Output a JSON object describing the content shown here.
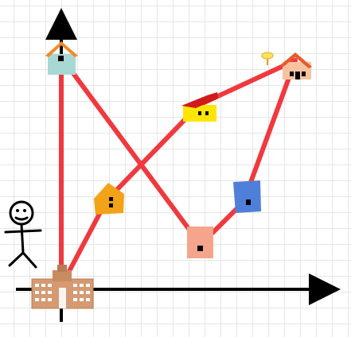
{
  "app": {
    "title": ""
  },
  "map": {
    "grid": true,
    "background_color": "#ffffff",
    "grid_color": "#e6e6e6",
    "axis_color": "#000000",
    "route_color": "#f0393f",
    "places": [
      {
        "id": "school",
        "icon": "school-building-icon",
        "colors": {
          "main": "#d59a72",
          "roof": "#c98b60"
        }
      },
      {
        "id": "teal-house",
        "icon": "teal-house-icon",
        "colors": {
          "main": "#a7d8d3",
          "roof": "#f08a2a"
        }
      },
      {
        "id": "orange-house",
        "icon": "orange-house-icon",
        "colors": {
          "main": "#f2a317"
        }
      },
      {
        "id": "yellow-house",
        "icon": "yellow-house-icon",
        "colors": {
          "main": "#ffe500",
          "roof": "#d11a1a"
        }
      },
      {
        "id": "pink-house",
        "icon": "pink-house-icon",
        "colors": {
          "main": "#f4a58b"
        }
      },
      {
        "id": "blue-house",
        "icon": "blue-house-icon",
        "colors": {
          "main": "#4f7fd8"
        }
      },
      {
        "id": "red-house",
        "icon": "red-house-icon",
        "colors": {
          "main": "#f7c29f",
          "roof": "#ea5a2a",
          "sign": "#ffe35a"
        }
      }
    ],
    "route_order": [
      "school",
      "teal-house",
      "pink-house",
      "blue-house",
      "red-house",
      "yellow-house",
      "orange-house",
      "school"
    ],
    "character": {
      "icon": "stick-figure-icon"
    }
  }
}
